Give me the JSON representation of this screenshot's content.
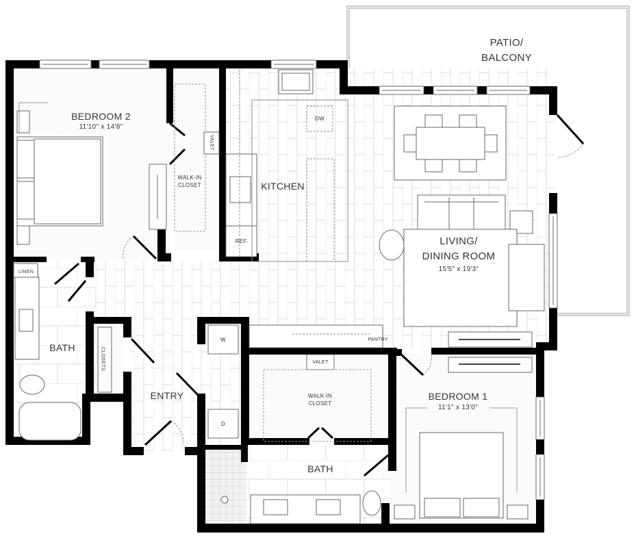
{
  "plan": {
    "rooms": {
      "patio": {
        "line1": "PATIO/",
        "line2": "BALCONY"
      },
      "bedroom2": {
        "name": "BEDROOM 2",
        "dims": "11'10\" x 14'8\""
      },
      "walkin_closet_1": {
        "line1": "WALK-IN",
        "line2": "CLOSET"
      },
      "valet_1": "VALET",
      "kitchen": "KITCHEN",
      "dw": "DW",
      "ref": "REF.",
      "living": {
        "line1": "LIVING/",
        "line2": "DINING ROOM",
        "dims": "15'5\" x 19'3\""
      },
      "linen": "LINEN",
      "bath2": "BATH",
      "closets": "CLOSETS",
      "entry": "ENTRY",
      "washer": "W",
      "dryer": "D",
      "pantry": "PANTRY",
      "valet_2": "VALET",
      "walkin_closet_2": {
        "line1": "WALK-IN",
        "line2": "CLOSET"
      },
      "bath1": "BATH",
      "bedroom1": {
        "name": "BEDROOM 1",
        "dims": "11'1\" x 13'0\""
      }
    },
    "colors": {
      "wall": "#000000",
      "line": "#555555",
      "floor_grid": "#d8d8d8",
      "background": "#ffffff"
    }
  }
}
